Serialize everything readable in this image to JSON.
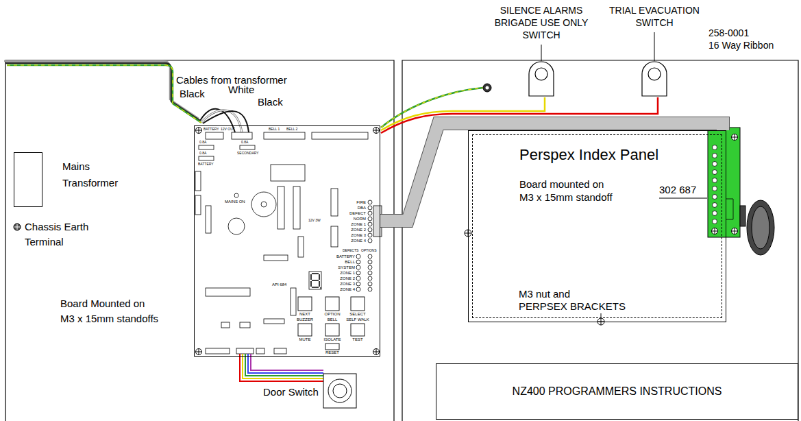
{
  "diagram": {
    "nodes": [
      {
        "text": [
          "Mains Transformer"
        ]
      },
      {
        "text": [
          "API 684"
        ]
      },
      {
        "text": [
          "Perspex Index Panel",
          "Board mounted on M3 x 15mm standoff"
        ]
      },
      {
        "text": [
          "NZ400 PROGRAMMERS INSTRUCTIONS"
        ]
      }
    ],
    "edges": [
      {
        "from": 1,
        "to": 2,
        "arrow": "none"
      }
    ],
    "labels": [
      "SILENCE ALARMS BRIGADE USE ONLY SWITCH",
      "TRIAL EVACUATION SWITCH",
      "258-0001",
      "16 Way Ribbon",
      "Cables from transformer",
      "Black",
      "White",
      "Black",
      "Chassis Earth Terminal",
      "Board Mounted on M3 x 15mm standoffs",
      "Door Switch",
      "302 687",
      "M3 nut and",
      "PERPSEX BRACKETS",
      "BATTERY",
      "12V OUT",
      "BELL 1",
      "BELL 2",
      "0.8A",
      "0.8A",
      "0.8A",
      "BATTERY",
      "SECONDARY",
      "MAINS ON",
      "12V 3W",
      "FIRE",
      "DBA",
      "DEFECT",
      "NORM",
      "ZONE 1",
      "ZONE 2",
      "ZONE 3",
      "ZONE 4",
      "DEFECTS",
      "OPTIONS",
      "BATTERY",
      "BELL",
      "SYSTEM",
      "ZONE 1",
      "ZONE 2",
      "ZONE 3",
      "ZONE 4",
      "NEXT",
      "OPTION",
      "SELECT",
      "BUZZER",
      "BELL",
      "SELF WALK",
      "MUTE",
      "ISOLATE",
      "TEST",
      "RESET"
    ]
  }
}
